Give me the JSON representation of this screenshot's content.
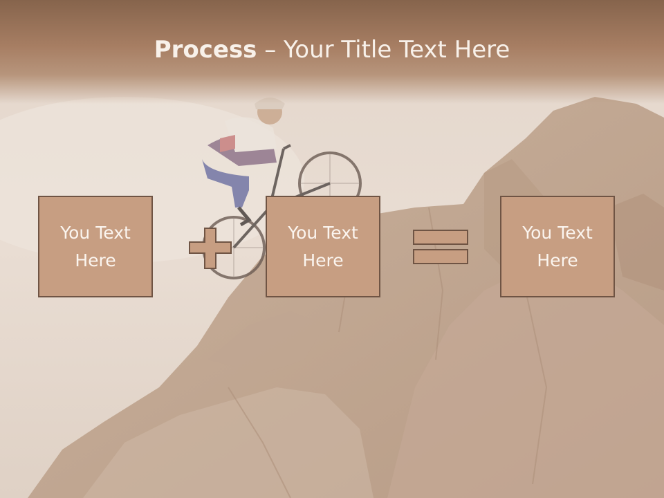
{
  "slide": {
    "title_bold": "Process",
    "title_rest": " – Your Title Text Here",
    "boxes": [
      {
        "text": "You Text Here"
      },
      {
        "text": "You Text Here"
      },
      {
        "text": "You Text Here"
      }
    ],
    "operators": [
      "plus-icon",
      "equals-icon"
    ]
  },
  "colors": {
    "title_band": "#a77e63",
    "box_fill": "#c79e82",
    "box_border": "#6f5444",
    "text": "#fbf5ef"
  }
}
